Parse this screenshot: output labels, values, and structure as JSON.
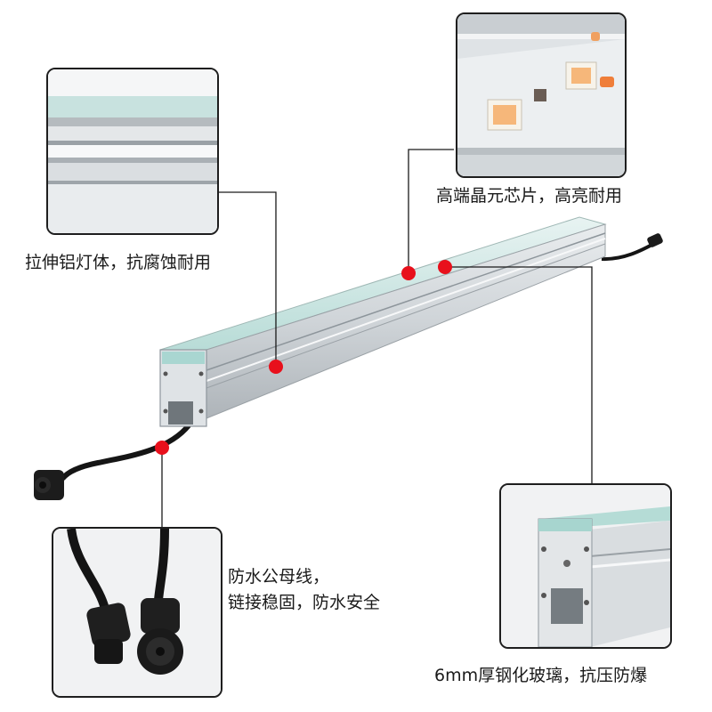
{
  "callouts": {
    "body": {
      "text": "拉伸铝灯体，抗腐蚀耐用"
    },
    "chip": {
      "text": "高端晶元芯片，高亮耐用"
    },
    "cable": {
      "line1": "防水公母线，",
      "line2": "链接稳固，防水安全"
    },
    "glass": {
      "text": "6mm厚钢化玻璃，抗压防爆"
    }
  },
  "colors": {
    "marker": "#e8101c",
    "leader": "#1a1a1a",
    "aluminum": "#cfd4d8",
    "glass": "#b9dcd8",
    "cable": "#151515"
  }
}
